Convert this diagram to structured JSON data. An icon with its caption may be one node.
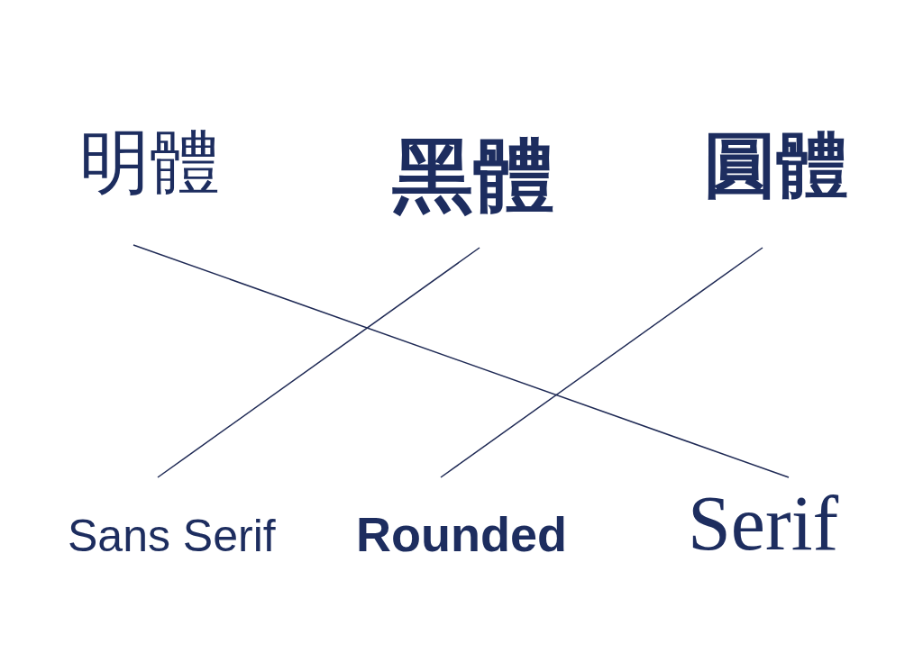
{
  "diagram": {
    "nodes": [
      {
        "text": [
          "明體"
        ]
      },
      {
        "text": [
          "黑體"
        ]
      },
      {
        "text": [
          "圓體"
        ]
      },
      {
        "text": [
          "Sans Serif"
        ]
      },
      {
        "text": [
          "Rounded"
        ]
      },
      {
        "text": [
          "Serif"
        ]
      }
    ],
    "edges": [
      {
        "from": 0,
        "to": 5,
        "arrow": "none"
      },
      {
        "from": 1,
        "to": 3,
        "arrow": "none"
      },
      {
        "from": 2,
        "to": 4,
        "arrow": "none"
      }
    ]
  }
}
